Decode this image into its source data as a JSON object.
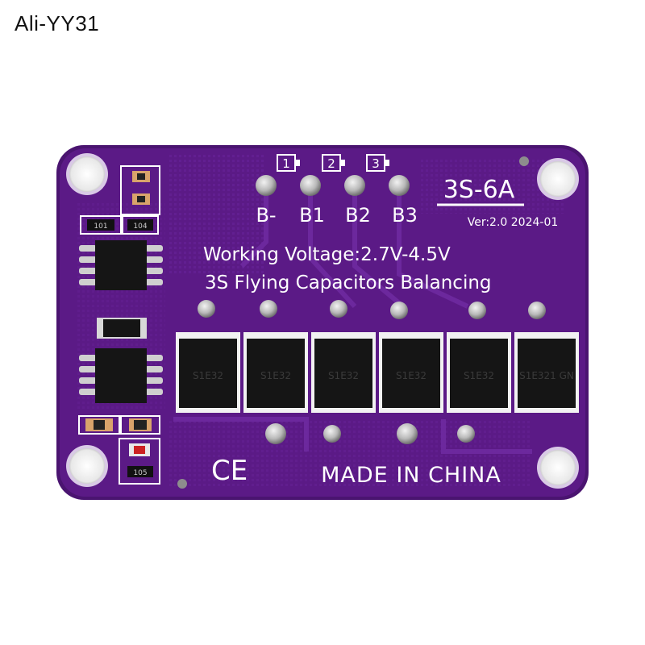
{
  "watermark": "Ali-YY31",
  "board": {
    "model": "3S-6A",
    "version": "Ver:2.0 2024-01",
    "pads": [
      {
        "number": "",
        "label": "B-"
      },
      {
        "number": "1",
        "label": "B1"
      },
      {
        "number": "2",
        "label": "B2"
      },
      {
        "number": "3",
        "label": "B3"
      }
    ],
    "line1": "Working Voltage:2.7V-4.5V",
    "line2": "3S Flying Capacitors Balancing",
    "footer": "MADE IN CHINA",
    "ce_mark": "CE",
    "resistor_labels": [
      "101",
      "104",
      "105"
    ],
    "mosfet_markings": [
      "S1E32",
      "S1E32",
      "S1E32",
      "S1E32",
      "S1E32",
      "S1E321 GN"
    ],
    "colors": {
      "pcb": "#5b1a86",
      "pcb_edge": "#4a1470",
      "silk": "#ffffff",
      "chip": "#151515",
      "pad": "#c9c9c9"
    }
  }
}
